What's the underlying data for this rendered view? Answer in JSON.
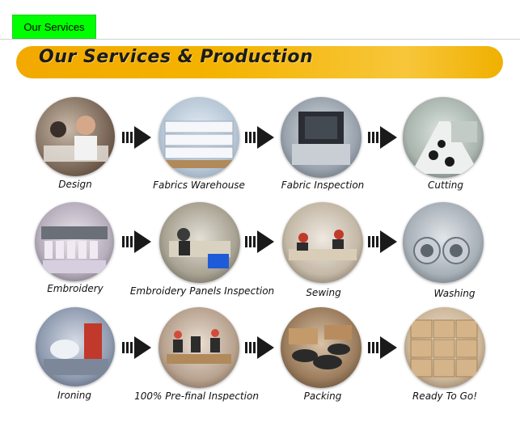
{
  "tab": {
    "label": "Our Services"
  },
  "banner": {
    "title": "Our Services & Production"
  },
  "steps": [
    {
      "label": "Design",
      "icon": "design-photo"
    },
    {
      "label": "Fabrics Warehouse",
      "icon": "fabrics-warehouse-photo"
    },
    {
      "label": "Fabric Inspection",
      "icon": "fabric-inspection-photo"
    },
    {
      "label": "Cutting",
      "icon": "cutting-photo"
    },
    {
      "label": "Embroidery",
      "icon": "embroidery-photo"
    },
    {
      "label": "Embroidery Panels Inspection",
      "icon": "embroidery-panels-inspection-photo"
    },
    {
      "label": "Sewing",
      "icon": "sewing-photo"
    },
    {
      "label": "Washing",
      "icon": "washing-photo"
    },
    {
      "label": "Ironing",
      "icon": "ironing-photo"
    },
    {
      "label": "100% Pre-final Inspection",
      "icon": "pre-final-inspection-photo"
    },
    {
      "label": "Packing",
      "icon": "packing-photo"
    },
    {
      "label": "Ready To Go!",
      "icon": "ready-to-go-photo"
    }
  ],
  "colors": {
    "tab": "#00ff00",
    "banner": "#f4b300",
    "arrow": "#1a1a1a"
  }
}
